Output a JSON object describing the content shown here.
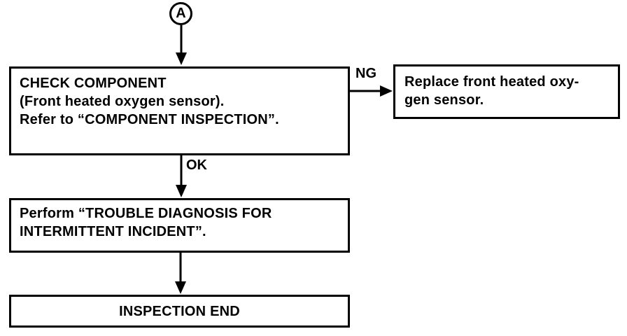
{
  "flowchart": {
    "connector": {
      "label": "A"
    },
    "nodes": {
      "check_component": {
        "line1": "CHECK COMPONENT",
        "line2": "(Front heated oxygen sensor).",
        "line3": "Refer to “COMPONENT INSPECTION”."
      },
      "replace_sensor": {
        "line1": "Replace front heated oxy-",
        "line2": "gen sensor."
      },
      "perform_diagnosis": {
        "line1": "Perform “TROUBLE DIAGNOSIS FOR",
        "line2": "INTERMITTENT INCIDENT”."
      },
      "inspection_end": {
        "line1": "INSPECTION END"
      }
    },
    "edge_labels": {
      "ng": "NG",
      "ok": "OK"
    },
    "colors": {
      "ink": "#000000",
      "background": "#ffffff"
    }
  }
}
